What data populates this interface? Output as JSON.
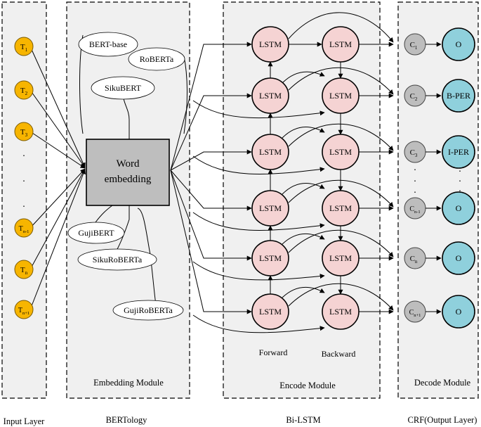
{
  "layers": {
    "input_layer": "Input Layer",
    "bertology": "BERTology",
    "bilstm": "Bi-LSTM",
    "crf": "CRF(Output Layer)"
  },
  "modules": {
    "embedding": "Embedding Module",
    "encode": "Encode Module",
    "decode": "Decode Module"
  },
  "input_tokens": [
    {
      "base": "T",
      "sub": "1"
    },
    {
      "base": "T",
      "sub": "2"
    },
    {
      "base": "T",
      "sub": "3"
    },
    {
      "base": "T",
      "sub": "n-1"
    },
    {
      "base": "T",
      "sub": "n"
    },
    {
      "base": "T",
      "sub": "n+1"
    }
  ],
  "word_embedding": {
    "line1": "Word",
    "line2": "embedding"
  },
  "models": [
    "BERT-base",
    "RoBERTa",
    "SikuBERT",
    "GujiBERT",
    "SikuRoBERTa",
    "GujiRoBERTa"
  ],
  "lstm_label": "LSTM",
  "encode_labels": {
    "forward": "Forward",
    "backward": "Backward"
  },
  "crf_nodes": [
    {
      "base": "C",
      "sub": "1"
    },
    {
      "base": "C",
      "sub": "2"
    },
    {
      "base": "C",
      "sub": "3"
    },
    {
      "base": "C",
      "sub": "n-1"
    },
    {
      "base": "C",
      "sub": "n"
    },
    {
      "base": "C",
      "sub": "n+1"
    }
  ],
  "output_tags": [
    "O",
    "B-PER",
    "I-PER",
    "O",
    "O",
    "O"
  ],
  "ellipsis": "."
}
